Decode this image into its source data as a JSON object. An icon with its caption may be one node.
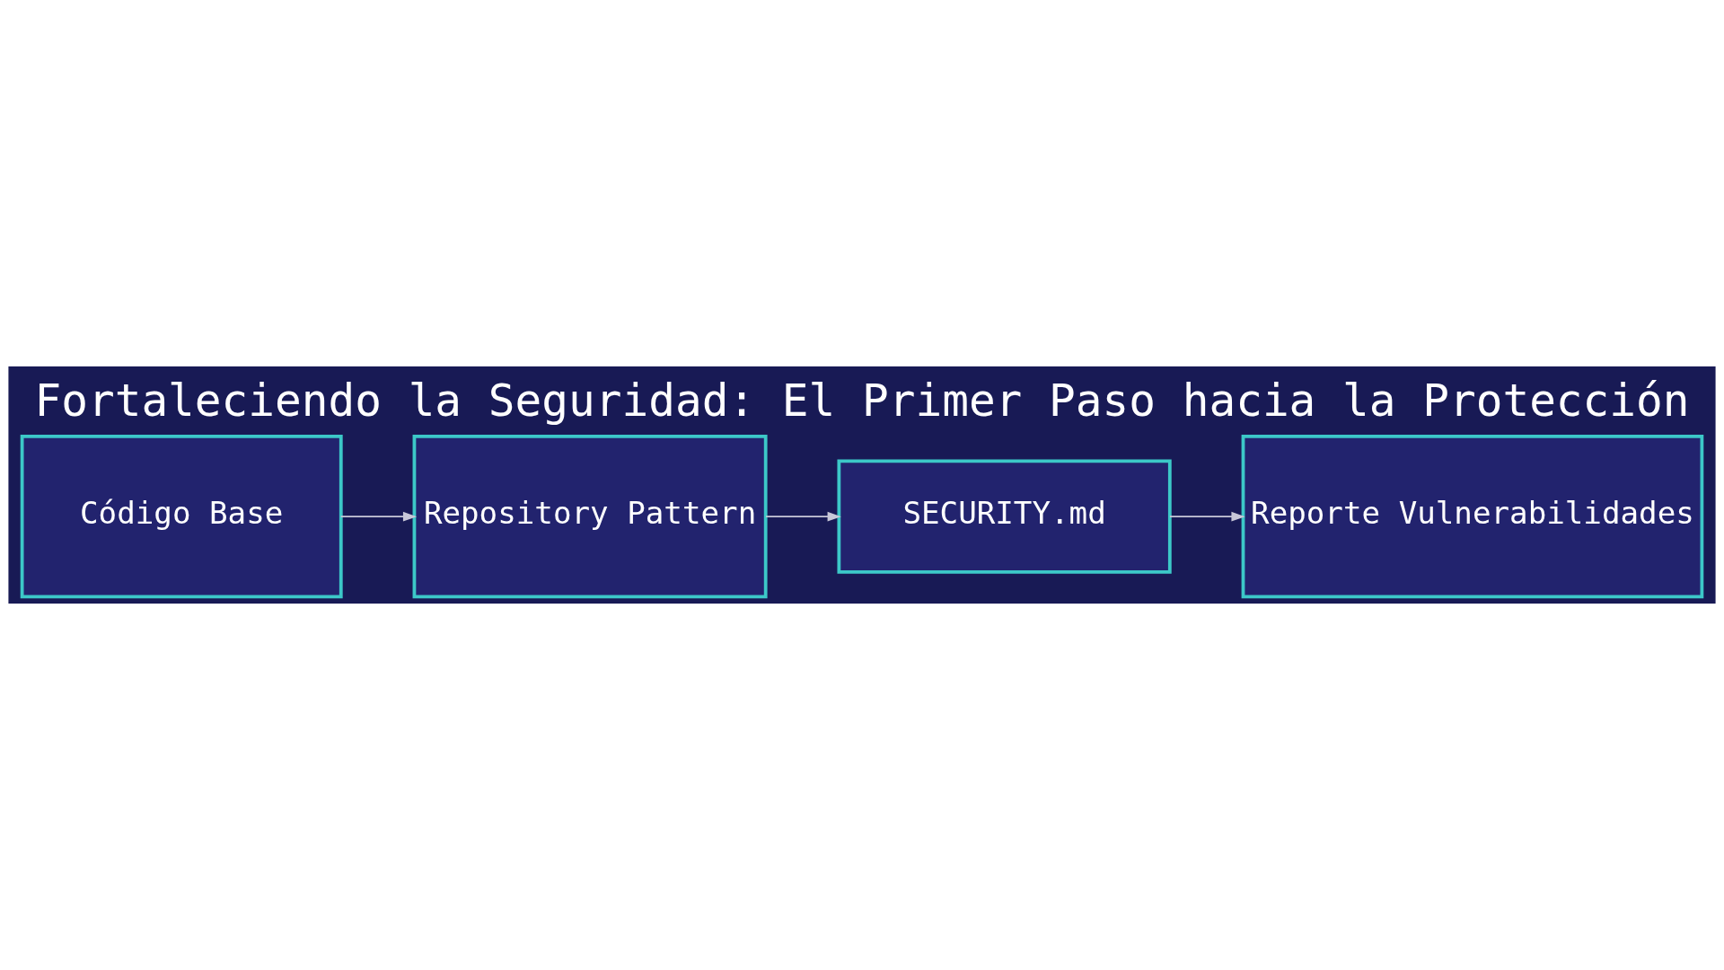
{
  "diagram": {
    "title": "Fortaleciendo la Seguridad: El Primer Paso hacia la Protección",
    "nodes": [
      {
        "text": [
          "Código Base"
        ]
      },
      {
        "text": [
          "Repository Pattern"
        ]
      },
      {
        "text": [
          "SECURITY.md"
        ]
      },
      {
        "text": [
          "Reporte Vulnerabilidades"
        ]
      }
    ],
    "edges": [
      {
        "from": 0,
        "to": 1,
        "arrow": "to"
      },
      {
        "from": 1,
        "to": 2,
        "arrow": "to"
      },
      {
        "from": 2,
        "to": 3,
        "arrow": "to"
      }
    ]
  }
}
